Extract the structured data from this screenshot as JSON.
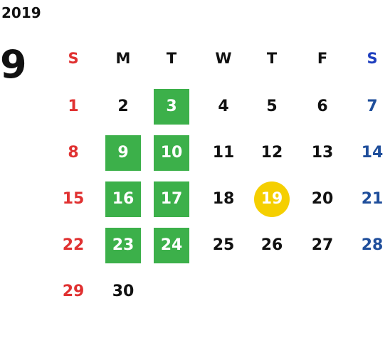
{
  "calendar": {
    "year": "2019",
    "month": "9",
    "weekdays": [
      "S",
      "M",
      "T",
      "W",
      "T",
      "F",
      "S"
    ],
    "weekday_colors": [
      "#e03131",
      "#111111",
      "#111111",
      "#111111",
      "#111111",
      "#111111",
      "#1f3fbf"
    ],
    "first_weekday_index": 0,
    "days_in_month": 30,
    "highlighted_days": [
      3,
      9,
      10,
      16,
      17,
      23,
      24
    ],
    "today": 19,
    "colors": {
      "sunday": "#e03131",
      "saturday": "#1f4e9b",
      "highlight": "#3cb04a",
      "today": "#f5cf00"
    }
  }
}
